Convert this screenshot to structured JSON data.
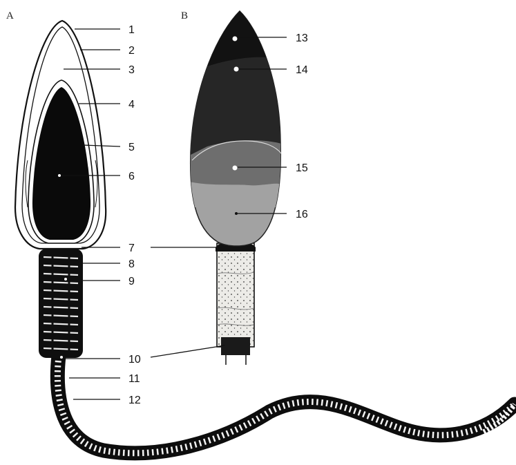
{
  "panels": {
    "a": "A",
    "b": "B"
  },
  "labels": [
    "1",
    "2",
    "3",
    "4",
    "5",
    "6",
    "7",
    "8",
    "9",
    "10",
    "11",
    "12",
    "13",
    "14",
    "15",
    "16"
  ],
  "colors": {
    "ink": "#111111",
    "nucleus": "#0a0a0a",
    "acrosome_dark": "#161616",
    "region_14": "#262626",
    "region_15": "#6e6e6e",
    "region_16": "#a2a2a2",
    "midpiece_b": "#ecebe7",
    "background": "#ffffff"
  }
}
